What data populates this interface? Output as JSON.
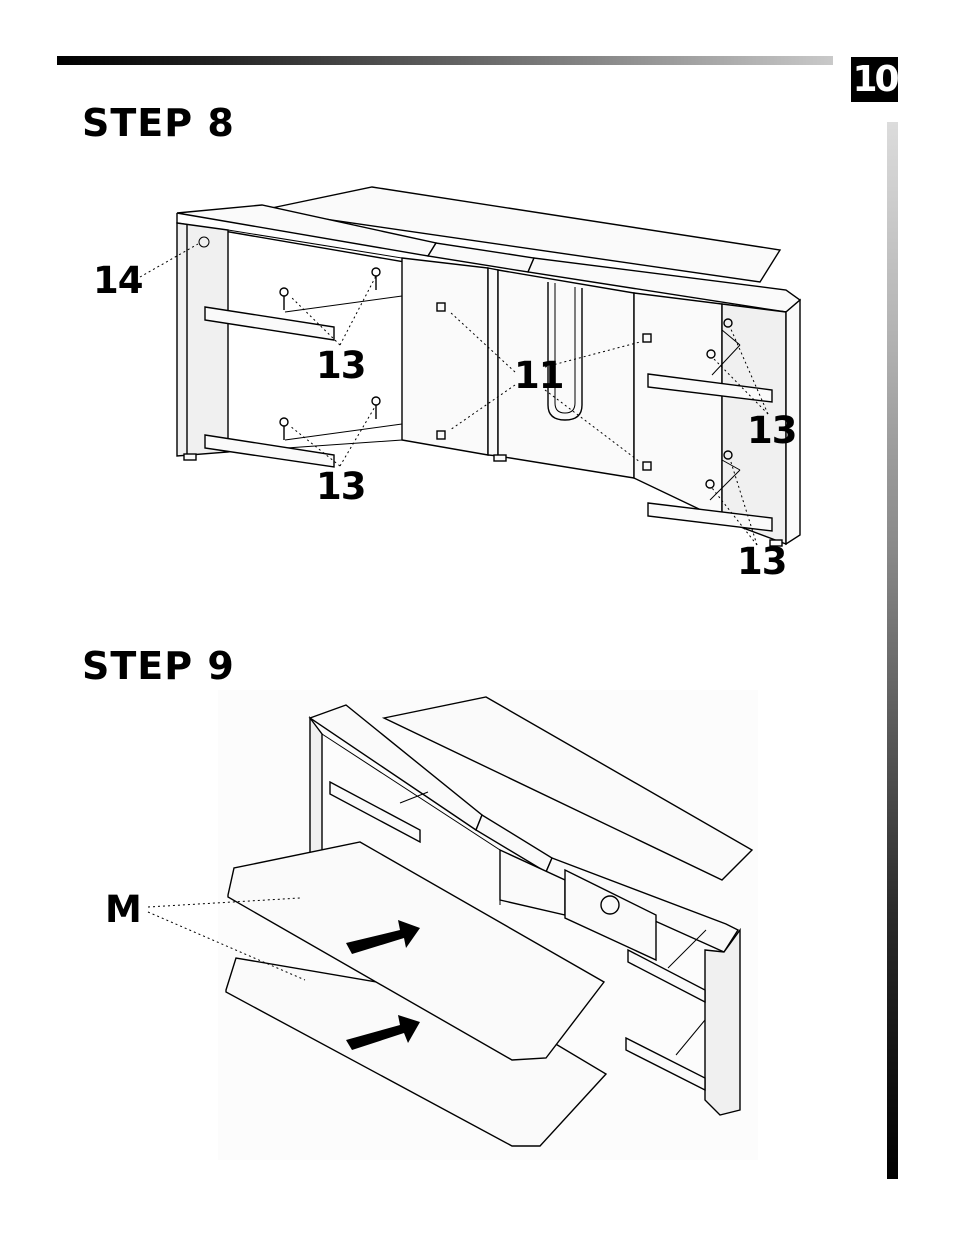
{
  "page_number": "10",
  "step8": {
    "title": "STEP 8",
    "callouts": {
      "c14": "14",
      "c13_top_left": "13",
      "c11": "11",
      "c13_right_top": "13",
      "c13_bottom_left": "13",
      "c13_right_bottom": "13"
    }
  },
  "step9": {
    "title": "STEP 9",
    "callouts": {
      "m": "M"
    }
  }
}
